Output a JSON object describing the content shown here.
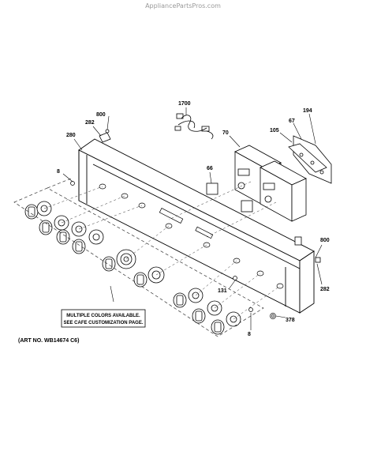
{
  "watermark": "AppliancePartsPros.com",
  "art_number": "(ART NO. WB14674 C6)",
  "note_lines": [
    "MULTIPLE COLORS AVAILABLE.",
    "SEE CAFE CUSTOMIZATION PAGE."
  ],
  "callouts": {
    "c1700": "1700",
    "c194": "194",
    "c800a": "800",
    "c282a": "282",
    "c280": "280",
    "c70": "70",
    "c105": "105",
    "c67": "67",
    "c66": "66",
    "c8a": "8",
    "c800b": "800",
    "c282b": "282",
    "c131": "131",
    "c378": "378",
    "c8b": "8"
  },
  "colors": {
    "line": "#000000",
    "dash": "#333333",
    "watermark": "#9a9a9a"
  }
}
